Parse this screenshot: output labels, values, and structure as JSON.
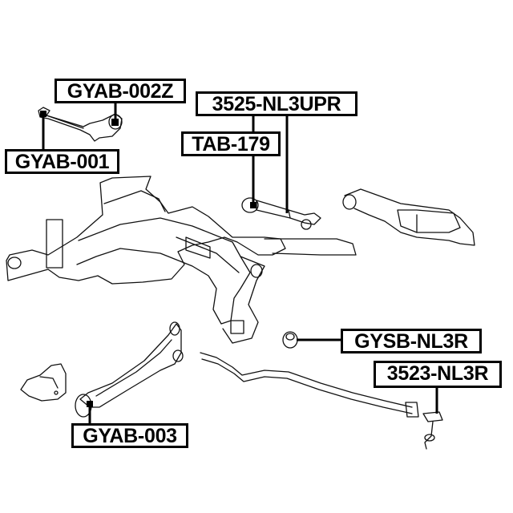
{
  "diagram": {
    "title": "Rear suspension subframe parts diagram",
    "line_color": "#000000",
    "background": "#ffffff",
    "labels": [
      {
        "id": "gyab-002z",
        "text": "GYAB-002Z"
      },
      {
        "id": "gyab-001",
        "text": "GYAB-001"
      },
      {
        "id": "3525-nl3upr",
        "text": "3525-NL3UPR"
      },
      {
        "id": "tab-179",
        "text": "TAB-179"
      },
      {
        "id": "gysb-nl3r",
        "text": "GYSB-NL3R"
      },
      {
        "id": "3523-nl3r",
        "text": "3523-NL3R"
      },
      {
        "id": "gyab-003",
        "text": "GYAB-003"
      }
    ],
    "parts": [
      "upper-control-arm",
      "rear-subframe",
      "toe-control-arm",
      "trailing-lower-arm",
      "lower-control-arm",
      "bracket",
      "stabilizer-bar",
      "stabilizer-bushing",
      "stabilizer-link"
    ]
  }
}
